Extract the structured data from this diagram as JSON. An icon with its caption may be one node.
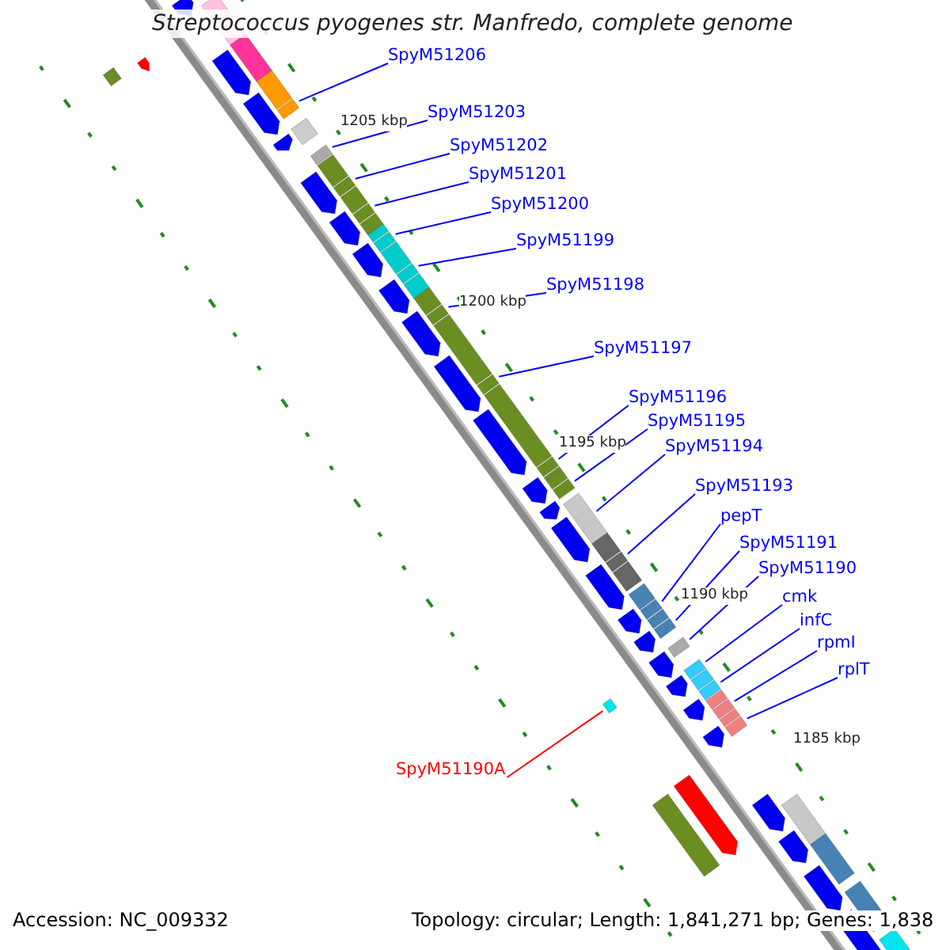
{
  "diagram": {
    "title": "Streptococcus pyogenes str. Manfredo, complete genome",
    "nodes": [
      {
        "text": [
          "SpyM51206"
        ]
      },
      {
        "text": [
          "SpyM51203"
        ]
      },
      {
        "text": [
          "SpyM51202"
        ]
      },
      {
        "text": [
          "SpyM51201"
        ]
      },
      {
        "text": [
          "SpyM51200"
        ]
      },
      {
        "text": [
          "SpyM51199"
        ]
      },
      {
        "text": [
          "SpyM51198"
        ]
      },
      {
        "text": [
          "SpyM51197"
        ]
      },
      {
        "text": [
          "SpyM51196"
        ]
      },
      {
        "text": [
          "SpyM51195"
        ]
      },
      {
        "text": [
          "SpyM51194"
        ]
      },
      {
        "text": [
          "SpyM51193"
        ]
      },
      {
        "text": [
          "pepT"
        ]
      },
      {
        "text": [
          "SpyM51191"
        ]
      },
      {
        "text": [
          "SpyM51190"
        ]
      },
      {
        "text": [
          "cmk"
        ]
      },
      {
        "text": [
          "infC"
        ]
      },
      {
        "text": [
          "rpmI"
        ]
      },
      {
        "text": [
          "rplT"
        ]
      },
      {
        "text": [
          "SpyM51190A"
        ]
      },
      {
        "text": [],
        "shape": "bar"
      },
      {
        "text": [],
        "shape": "bar"
      },
      {
        "text": [],
        "shape": "bar"
      },
      {
        "text": [],
        "shape": "bar"
      },
      {
        "text": [],
        "shape": "bar"
      },
      {
        "text": [],
        "shape": "bar"
      },
      {
        "text": [],
        "shape": "bar"
      },
      {
        "text": [],
        "shape": "bar"
      },
      {
        "text": [],
        "shape": "bar"
      },
      {
        "text": [],
        "shape": "bar"
      },
      {
        "text": [],
        "shape": "bar"
      },
      {
        "text": [],
        "shape": "bar"
      },
      {
        "text": [],
        "shape": "bar"
      },
      {
        "text": [],
        "shape": "bar"
      },
      {
        "text": [],
        "shape": "bar"
      },
      {
        "text": [],
        "shape": "bar"
      },
      {
        "text": [],
        "shape": "bar"
      },
      {
        "text": [],
        "shape": "bar"
      },
      {
        "text": [],
        "shape": "bar"
      },
      {
        "text": [],
        "shape": "bar"
      }
    ],
    "edges": [
      {
        "from": 0,
        "to": 20,
        "arrow": "none"
      },
      {
        "from": 1,
        "to": 21,
        "arrow": "none"
      },
      {
        "from": 2,
        "to": 22,
        "arrow": "none"
      },
      {
        "from": 3,
        "to": 23,
        "arrow": "none"
      },
      {
        "from": 4,
        "to": 24,
        "arrow": "none"
      },
      {
        "from": 5,
        "to": 25,
        "arrow": "none"
      },
      {
        "from": 6,
        "to": 26,
        "arrow": "none"
      },
      {
        "from": 7,
        "to": 27,
        "arrow": "none"
      },
      {
        "from": 8,
        "to": 28,
        "arrow": "none"
      },
      {
        "from": 9,
        "to": 29,
        "arrow": "none"
      },
      {
        "from": 10,
        "to": 30,
        "arrow": "none"
      },
      {
        "from": 11,
        "to": 31,
        "arrow": "none"
      },
      {
        "from": 12,
        "to": 32,
        "arrow": "none"
      },
      {
        "from": 13,
        "to": 33,
        "arrow": "none"
      },
      {
        "from": 14,
        "to": 34,
        "arrow": "none"
      },
      {
        "from": 15,
        "to": 35,
        "arrow": "none"
      },
      {
        "from": 16,
        "to": 36,
        "arrow": "none"
      },
      {
        "from": 17,
        "to": 37,
        "arrow": "none"
      },
      {
        "from": 18,
        "to": 38,
        "arrow": "none"
      },
      {
        "from": 19,
        "to": 39,
        "arrow": "none",
        "color": "#ff0000"
      }
    ],
    "labels": [
      "1205 kbp",
      "1200 kbp",
      "1195 kbp",
      "1190 kbp",
      "1185 kbp",
      "Accession: NC_009332",
      "Topology: circular; Length: 1,841,271 bp; Genes: 1,838"
    ]
  }
}
